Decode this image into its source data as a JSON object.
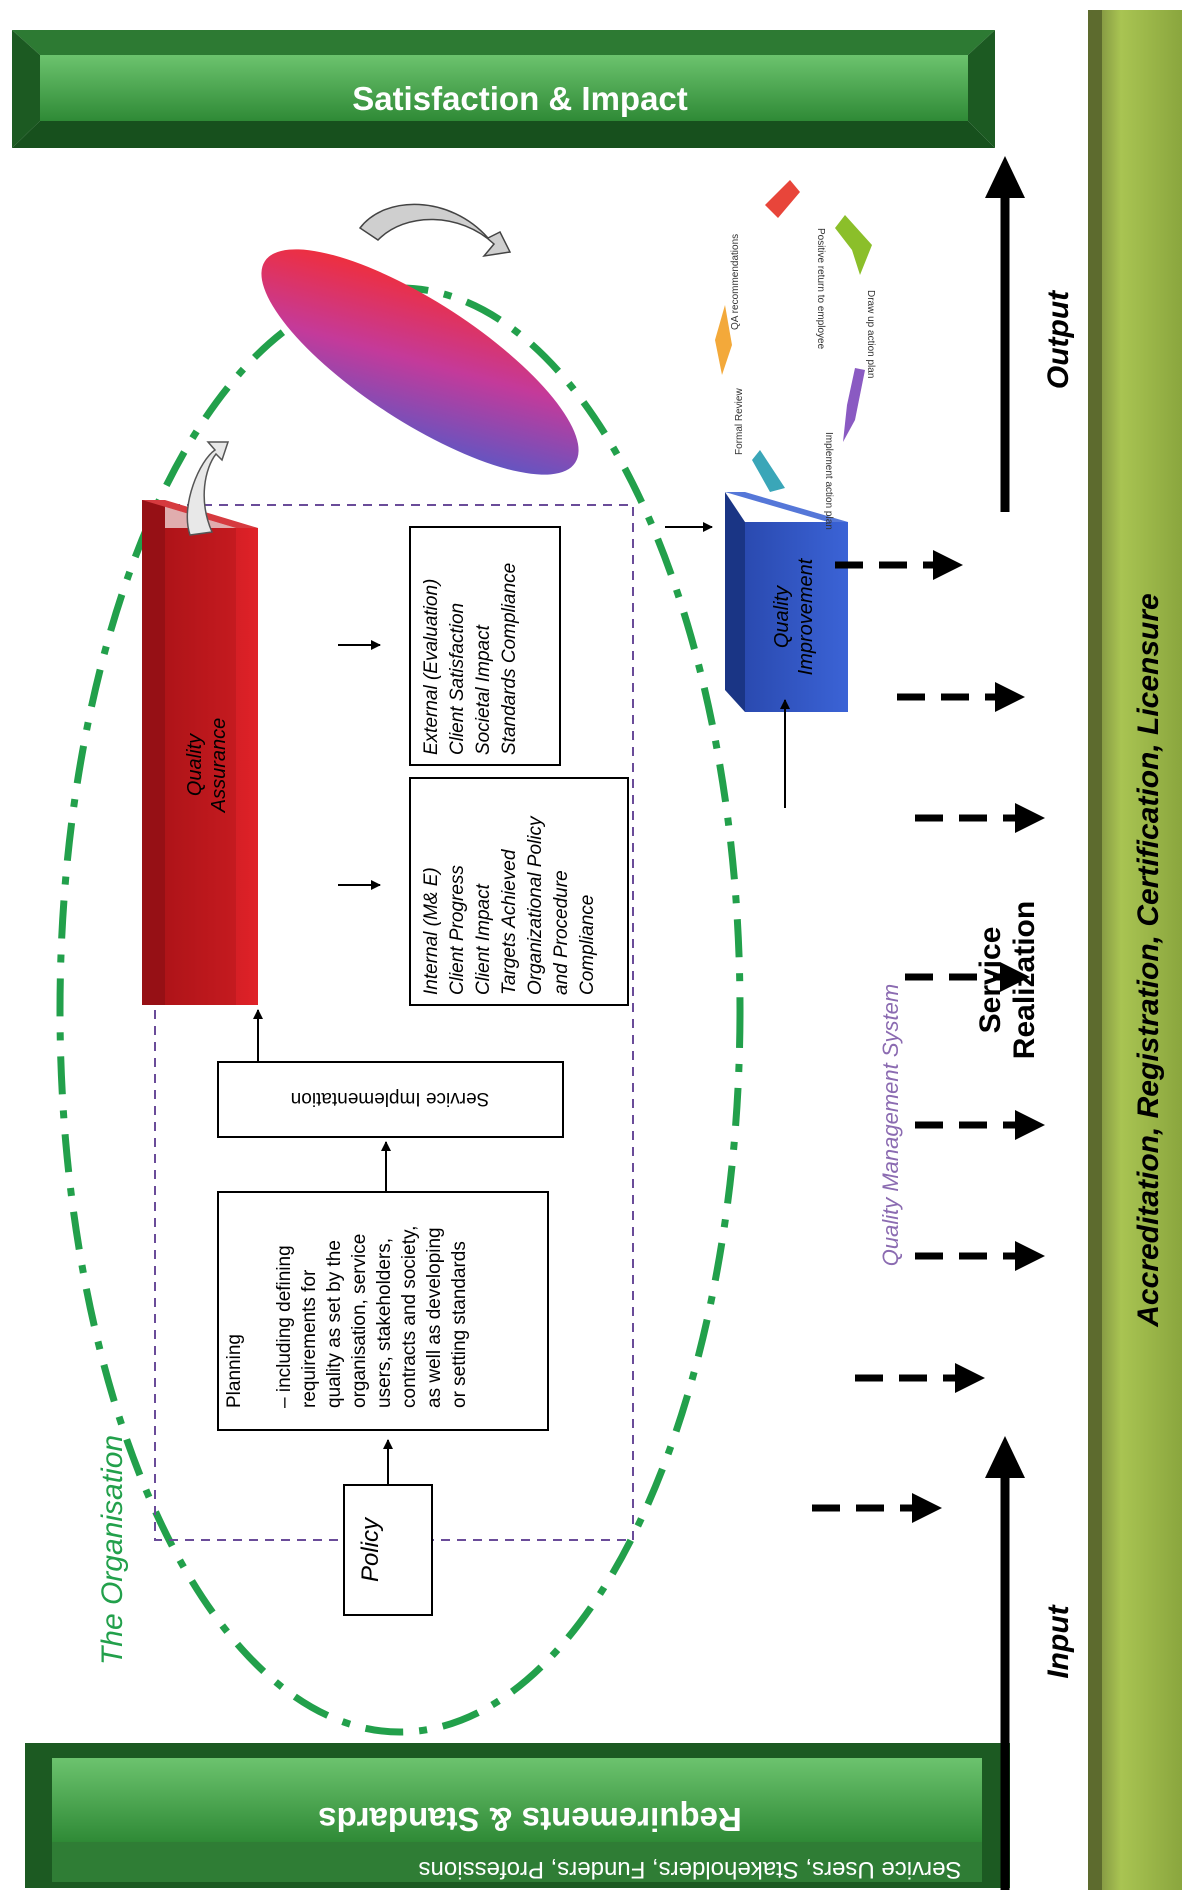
{
  "top_bar": {
    "title": "Satisfaction & Impact"
  },
  "bottom_bar": {
    "title": "Requirements & Standards",
    "subtitle": "Service Users, Stakeholders, Funders, Professions"
  },
  "side_bar": {
    "label": "Accreditation, Registration, Certification, Licensure"
  },
  "organisation": {
    "label": "The Organisation"
  },
  "policy": {
    "label": "Policy"
  },
  "planning": {
    "lines": [
      "Planning",
      "",
      "– including defining",
      "requirements for",
      "quality as set by the",
      "organisation, service",
      "users, stakeholders,",
      "contracts and society,",
      "as well as developing",
      "or setting standards"
    ]
  },
  "service_implementation": {
    "label": "Service Implementation"
  },
  "quality_assurance": {
    "lines": [
      "Quality",
      "Assurance"
    ]
  },
  "internal_box": {
    "lines": [
      "Internal (M& E)",
      "Client Progress",
      "Client Impact",
      "Targets Achieved",
      "Organizational Policy",
      "and Procedure",
      "Compliance"
    ]
  },
  "external_box": {
    "lines": [
      "External (Evaluation)",
      "Client Satisfaction",
      "Societal Impact",
      "Standards Compliance"
    ]
  },
  "quality_improvement": {
    "lines": [
      "Quality",
      "Improvement"
    ]
  },
  "cycle": {
    "steps": [
      "Formal Review",
      "QA recommendations",
      "Positive return to employee",
      "Draw up action plan",
      "Implement action plan"
    ]
  },
  "qms": {
    "label": "Quality Management System"
  },
  "service_realization": {
    "lines": [
      "Service",
      "Realization"
    ]
  },
  "input": {
    "label": "Input"
  },
  "output": {
    "label": "Output"
  },
  "colors": {
    "bar_green": "#3f9a44",
    "bar_dark": "#1f5e24",
    "side_green": "#9cb64a",
    "qa_red": "#c4161c",
    "qi_blue": "#2c4fb5",
    "org_green": "#22a04b",
    "qms_purple": "#8b6bb1"
  }
}
